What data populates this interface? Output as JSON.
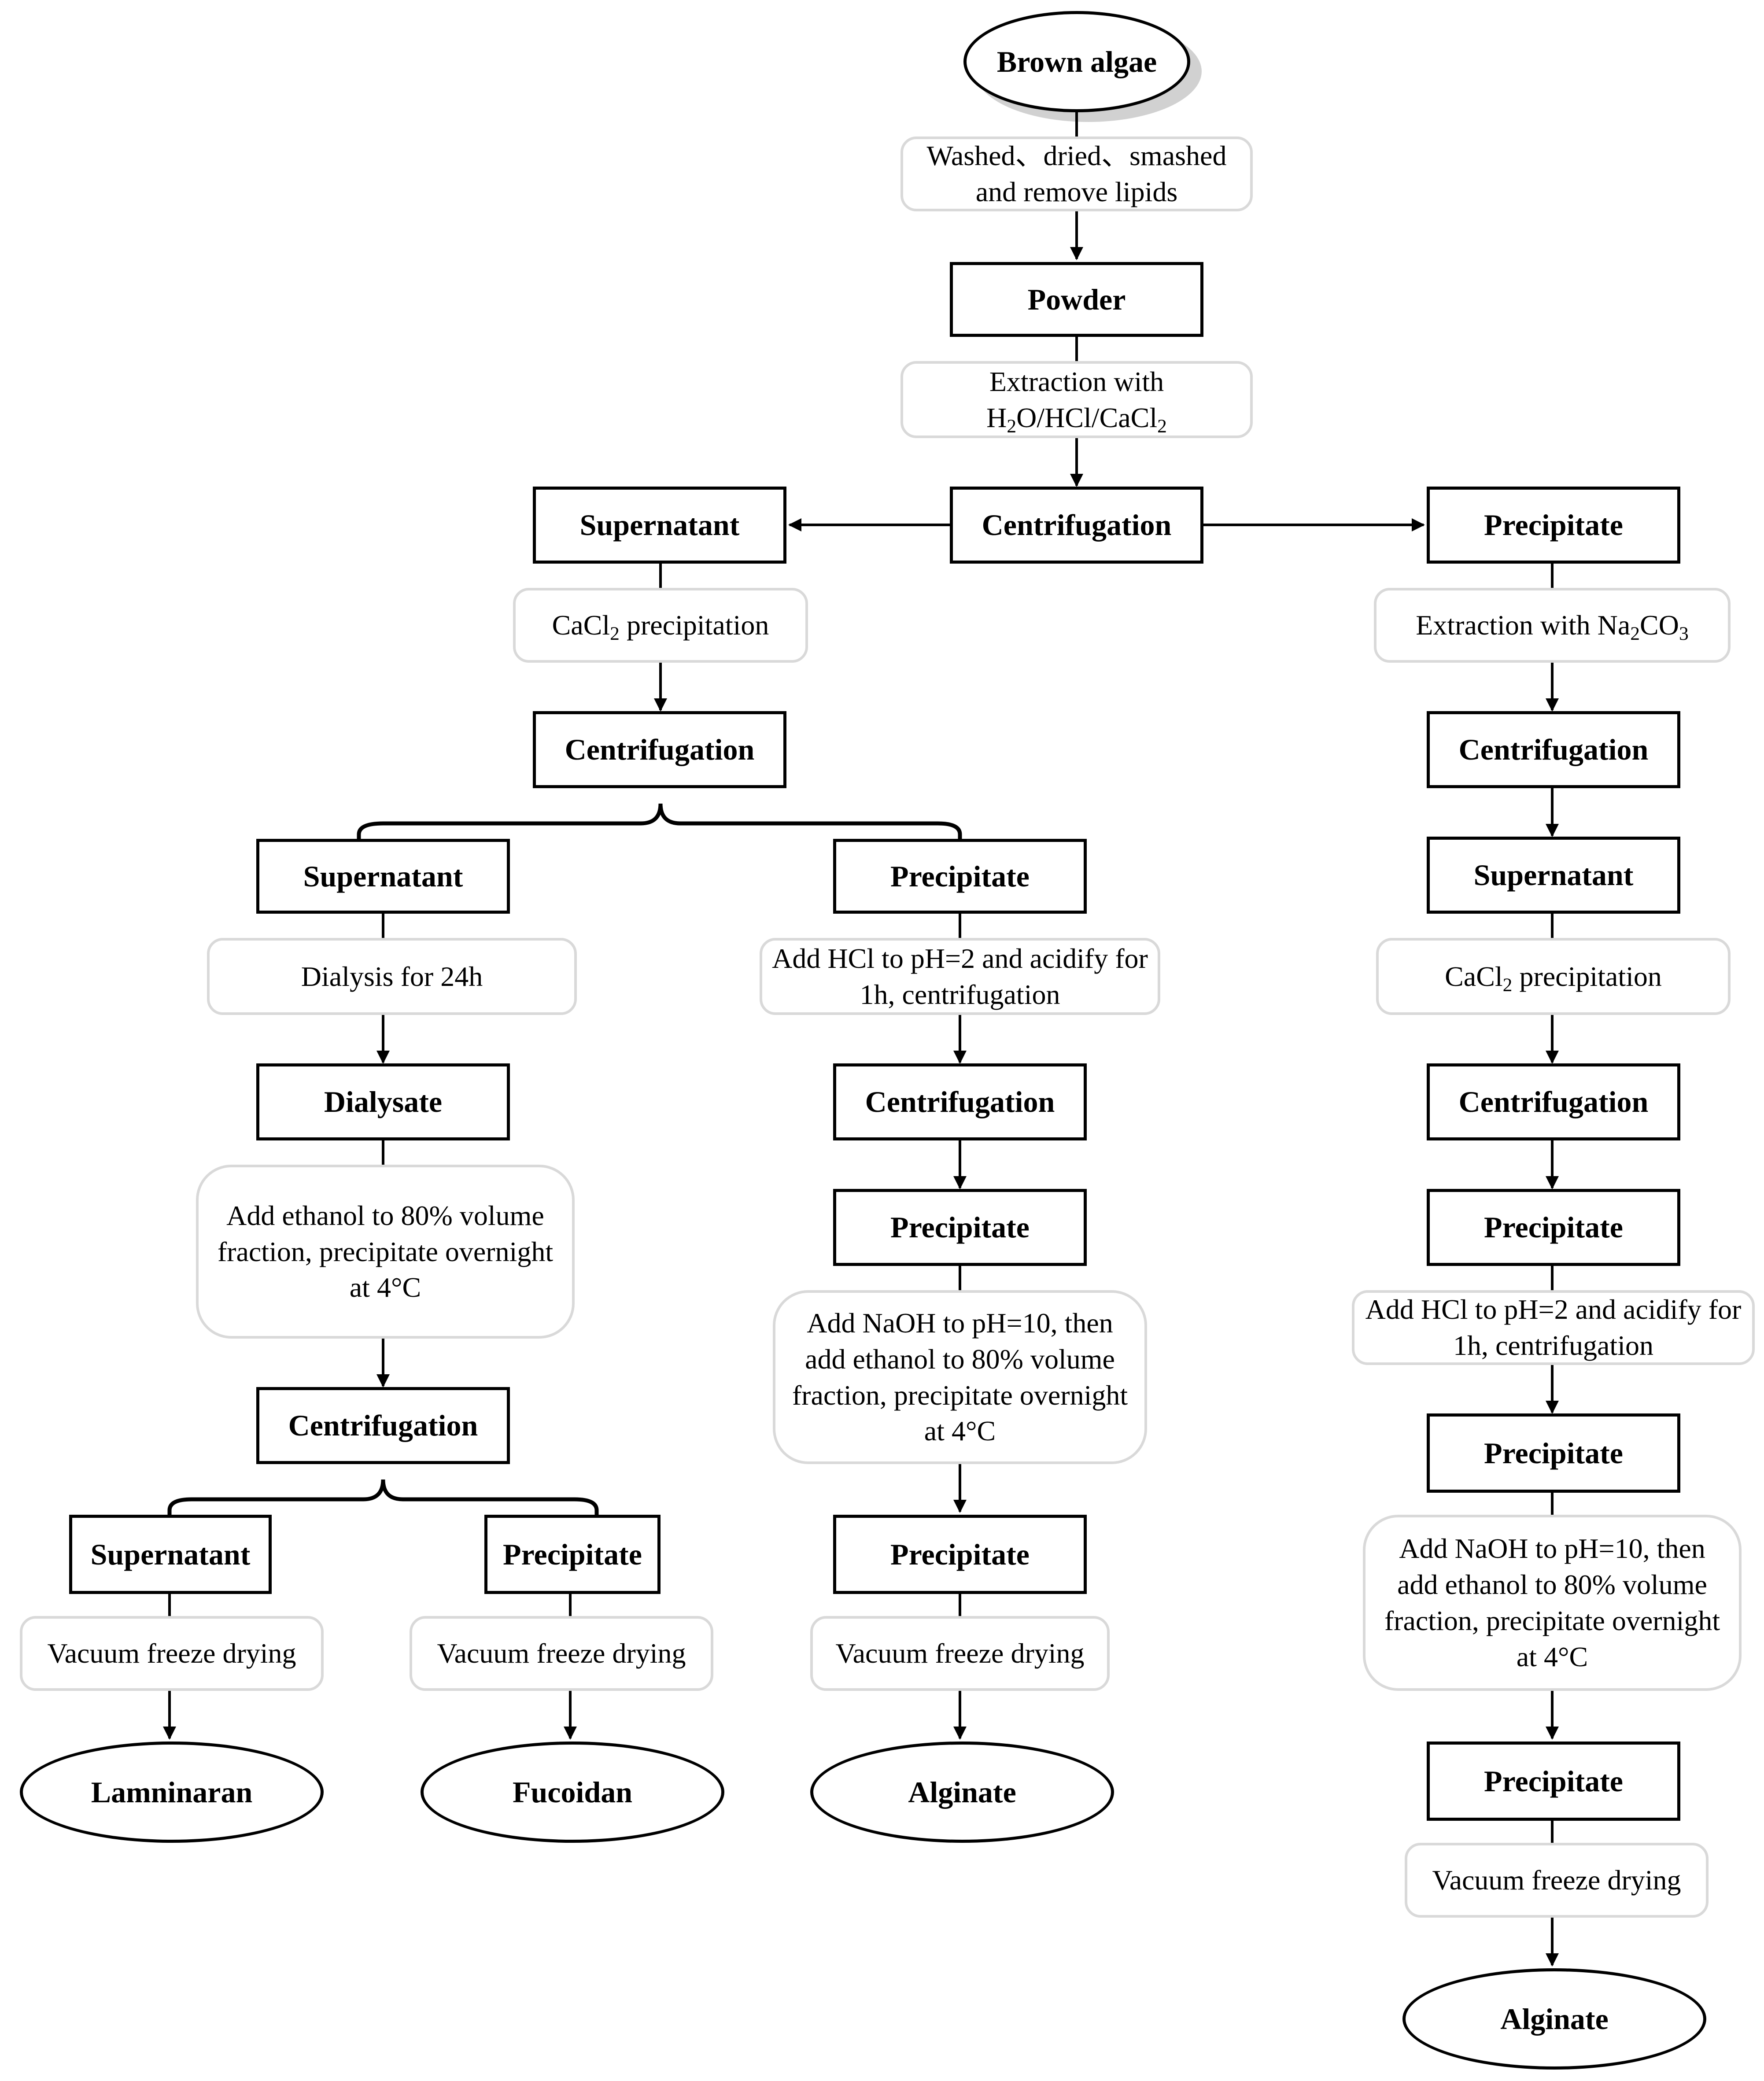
{
  "nodes": {
    "brown_algae": "Brown algae",
    "wash": "Washed、dried、smashed and remove lipids",
    "powder": "Powder",
    "extract1": [
      "Extraction with",
      "H",
      "2",
      "O/HCl/CaCl",
      "2"
    ],
    "centrifugation": "Centrifugation",
    "supernatant": "Supernatant",
    "precipitate": "Precipitate",
    "cacl2_precip": [
      "CaCl",
      "2",
      " precipitation"
    ],
    "na2co3": [
      "Extraction with Na",
      "2",
      "CO",
      "3"
    ],
    "dialysis": "Dialysis for 24h",
    "dialysate": "Dialysate",
    "hcl_acidify": "Add HCl to pH=2 and acidify for 1h, centrifugation",
    "ethanol_4c": "Add ethanol to 80% volume fraction, precipitate overnight at 4°C",
    "naoh_ethanol": "Add NaOH to pH=10, then add ethanol to 80% volume fraction, precipitate overnight at 4°C",
    "freeze_dry": "Vacuum freeze drying",
    "lamninaran": "Lamninaran",
    "fucoidan": "Fucoidan",
    "alginate": "Alginate"
  }
}
